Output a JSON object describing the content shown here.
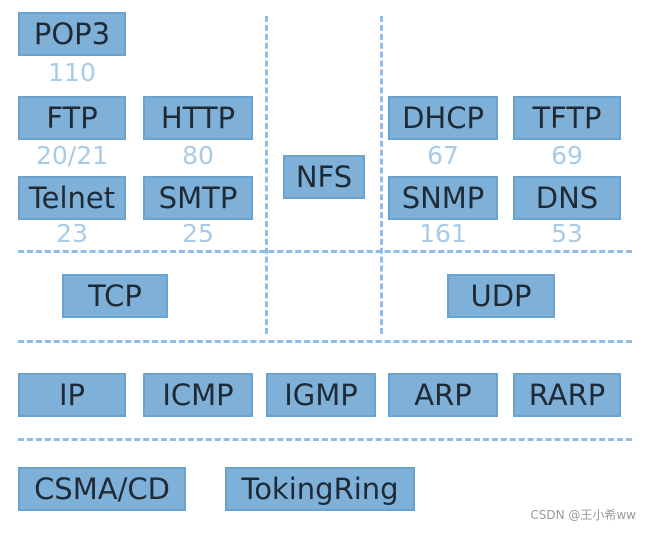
{
  "app_layer_left": {
    "pop3": {
      "label": "POP3",
      "port": "110"
    },
    "ftp": {
      "label": "FTP",
      "port": "20/21"
    },
    "http": {
      "label": "HTTP",
      "port": "80"
    },
    "telnet": {
      "label": "Telnet",
      "port": "23"
    },
    "smtp": {
      "label": "SMTP",
      "port": "25"
    }
  },
  "app_layer_middle": {
    "nfs": {
      "label": "NFS"
    }
  },
  "app_layer_right": {
    "dhcp": {
      "label": "DHCP",
      "port": "67"
    },
    "tftp": {
      "label": "TFTP",
      "port": "69"
    },
    "snmp": {
      "label": "SNMP",
      "port": "161"
    },
    "dns": {
      "label": "DNS",
      "port": "53"
    }
  },
  "transport_layer": {
    "tcp": "TCP",
    "udp": "UDP"
  },
  "network_layer": {
    "ip": "IP",
    "icmp": "ICMP",
    "igmp": "IGMP",
    "arp": "ARP",
    "rarp": "RARP"
  },
  "link_layer": {
    "csma": "CSMA/CD",
    "token": "TokingRing"
  },
  "watermark": "CSDN @王小希ww",
  "colors": {
    "box_fill": "#7fb0d8",
    "port_text": "#a9cbe6",
    "dash_line": "#8fbde3"
  }
}
